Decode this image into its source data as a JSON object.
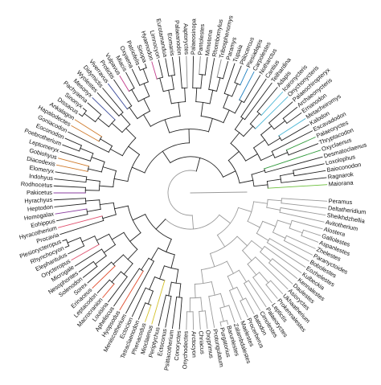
{
  "tree": {
    "tip_labels": [
      "Peramus",
      "Deltatheridium",
      "Sheikhdzhellia",
      "Avitotherium",
      "Alostera",
      "Gallolestes",
      "Aspanlestes",
      "Zhelestes",
      "Paranyctoides",
      "Bobolestes",
      "Eozhelestes",
      "Kulbeckia",
      "Kennalestes",
      "Daulestes",
      "Asioryctes",
      "Ukhaatherium",
      "Prokennalestes",
      "Leptictis",
      "Palaeoryctes",
      "Cimolestes",
      "Batodon",
      "Procerberus",
      "Maelestes",
      "Zalambdalestes",
      "Barunlestes",
      "Purgatorius",
      "Protungulatum",
      "Oxyprimus",
      "Chriacus",
      "Arctocyon",
      "Onychodectes",
      "Conoryctes",
      "Psittacotherium",
      "Ectoconus",
      "Periptychus",
      "Mioclaenus",
      "Phenacodus",
      "Tetraclaenodon",
      "Ectocion",
      "Meniscotherium",
      "Hyopsodus",
      "Apheliscus",
      "Louisina",
      "Macrocranion",
      "Leptacodon",
      "Erinaceus",
      "Sorex",
      "Solenodon",
      "Nesophontes",
      "Microgale",
      "Orycteropus",
      "Elephantulus",
      "Rhynchocyon",
      "Plesiorycteropus",
      "Procavia",
      "Hyracotherium",
      "Eohippus",
      "Homogalax",
      "Heptodon",
      "Hyrachyus",
      "Pakicetus",
      "Rodhocetus",
      "Indohyus",
      "Elomeryx",
      "Diacodexis",
      "Gobiohyus",
      "Leptomeryx",
      "Poebrotherium",
      "Eoconodon",
      "Goniacodon",
      "Hapalodectes",
      "Ankalagon",
      "Dissacus",
      "Sinonyx",
      "Pachyaena",
      "Mesonyx",
      "Wyolestes",
      "Didymictis",
      "Viverravus",
      "Protictis",
      "Vulpavus",
      "Miacis",
      "Oxyaena",
      "Patriofelis",
      "Sinopa",
      "Hyaenodon",
      "Limnocyon",
      "Eurotamandua",
      "Eomanis",
      "Palaeanodon",
      "Aaptoryctes",
      "Palaeosinopa",
      "Pantolestes",
      "Mimotona",
      "Rhombomylus",
      "Tribosphenomys",
      "Paramys",
      "Tupaia",
      "Ptilocercus",
      "Plesiadapis",
      "Carpolestes",
      "Notharctus",
      "Cantius",
      "Teilhardina",
      "Adapis",
      "Icaronycteris",
      "Onychonycteris",
      "Palaeochiropteryx",
      "Archaeonycteris",
      "Ernanodon",
      "Metacheiromys",
      "Kalodon",
      "Escavadodon",
      "Palaeoryctes_2",
      "Thryptacodon",
      "Oxyclaenus",
      "Desmatoclaenus",
      "Loxolophus",
      "Baioconodon",
      "Ragnarok",
      "Maiorana"
    ],
    "clade_colors": [
      "#1e7fbf",
      "#4fb8d6",
      "#2f9a3a",
      "#6abf3a",
      "#d4c12a",
      "#e14a2a",
      "#e0506e",
      "#8b3fa0",
      "#d07a2a",
      "#3a4a9a",
      "#c23a8a",
      "#8a8a8a"
    ]
  }
}
